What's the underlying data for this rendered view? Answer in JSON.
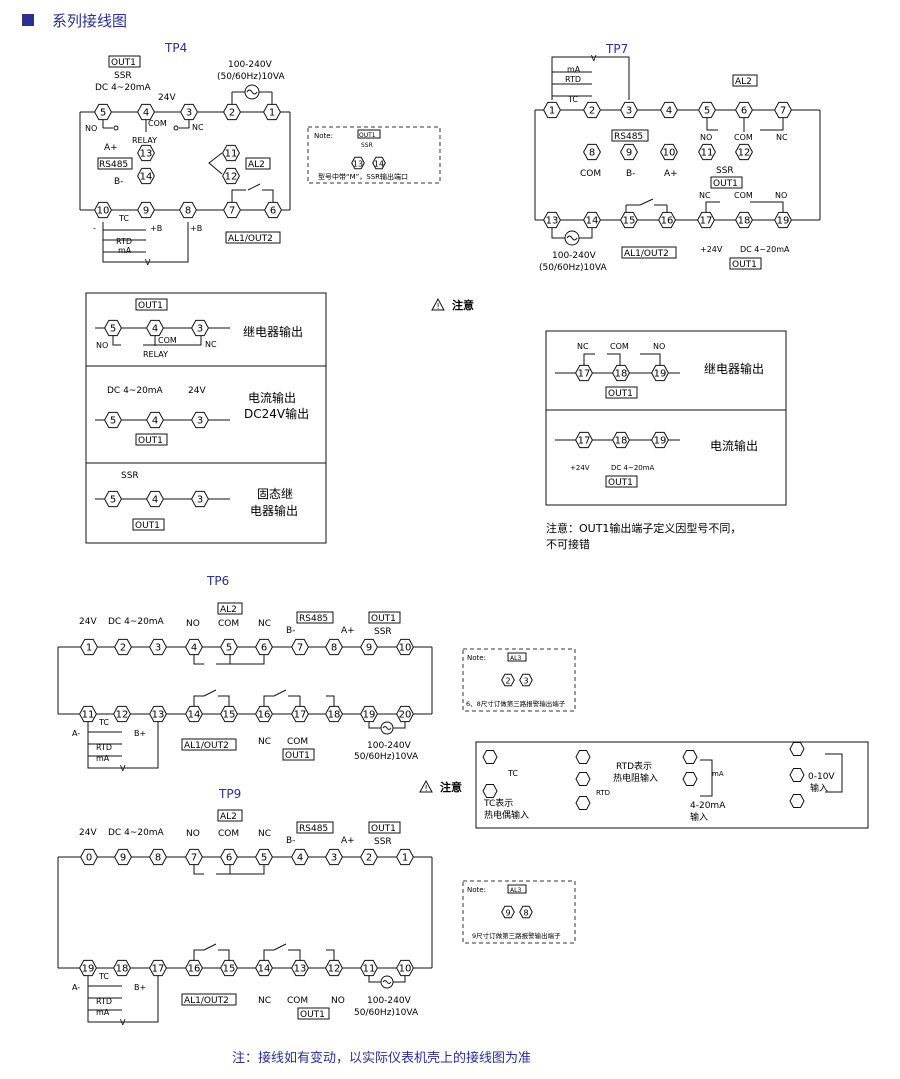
{
  "header": {
    "title": "系列接线图"
  },
  "colors": {
    "accent": "#2b2f8f",
    "line": "#1a1a1a",
    "dash": "#333333"
  },
  "footer": {
    "note": "注：接线如有变动，以实际仪表机壳上的接线图为准"
  },
  "labels": {
    "tp4": "TP4",
    "tp7": "TP7",
    "tp6": "TP6",
    "tp9": "TP9",
    "out1": "OUT1",
    "ssr": "SSR",
    "dc420": "DC 4~20mA",
    "dc420b": "DC 4~20mA",
    "v24": "24V",
    "power": "100-240V",
    "powerhz": "(50/60Hz)10VA",
    "powerhz2": "50/60Hz)10VA",
    "no": "NO",
    "nc": "NC",
    "com": "COM",
    "relay": "RELAY",
    "ap": "A+",
    "bm": "B-",
    "am": "A-",
    "bp": "B+",
    "pb": "+B",
    "mb": "-",
    "rs485": "RS485",
    "al2": "AL2",
    "al3": "AL3",
    "al1out2": "AL1/OUT2",
    "tc": "TC",
    "rtd": "RTD",
    "ma": "mA",
    "v": "V",
    "plus24v": "+24V",
    "note": "Note:",
    "note_tp4": "型号中带“M”，SSR输出端口",
    "note_tp6": "6、8尺寸订做第三路报警输出端子",
    "note_tp9": "9尺寸订做第三路报警输出端子",
    "caution": "注意",
    "relay_out": "继电器输出",
    "cur_out1": "电流输出",
    "cur_out2": "DC24V输出",
    "ssr_out1": "固态继",
    "ssr_out2": "电器输出",
    "cur_only": "电流输出",
    "caution_note1": "注意：OUT1输出端子定义因型号不同，",
    "caution_note2": "不可接错",
    "tc_desc1": "TC表示",
    "tc_desc2": "热电偶输入",
    "rtd_desc1": "RTD表示",
    "rtd_desc2": "热电阻输入",
    "ma_desc1": "4-20mA",
    "ma_desc2": "输入",
    "v_desc1": "0-10V",
    "v_desc2": "输入",
    "n": [
      "0",
      "1",
      "2",
      "3",
      "4",
      "5",
      "6",
      "7",
      "8",
      "9",
      "10",
      "11",
      "12",
      "13",
      "14",
      "15",
      "16",
      "17",
      "18",
      "19",
      "20"
    ]
  }
}
